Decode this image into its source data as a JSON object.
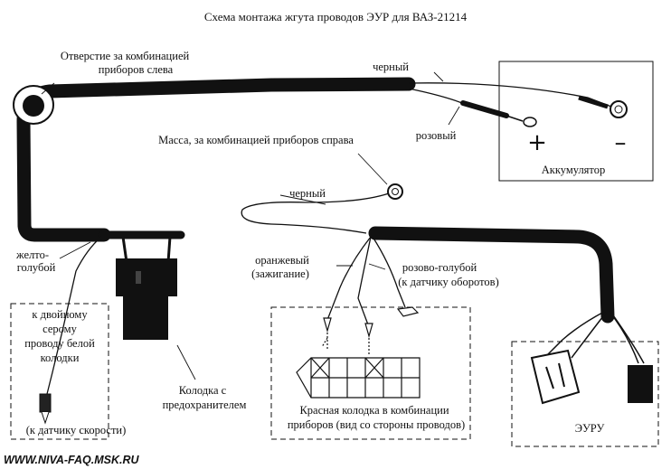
{
  "title": "Схема монтажа жгута проводов ЭУР для ВАЗ-21214",
  "labels": {
    "hole_left_l1": "Отверстие за комбинацией",
    "hole_left_l2": "приборов слева",
    "black_top": "черный",
    "pink": "розовый",
    "battery": "Аккумулятор",
    "battery_plus": "+",
    "battery_minus": "–",
    "ground_right": "Масса, за комбинацией приборов справа",
    "black_mid": "черный",
    "yellow_blue_l1": "желто-",
    "yellow_blue_l2": "голубой",
    "orange_l1": "оранжевый",
    "orange_l2": "(зажигание)",
    "pink_blue_l1": "розово-голубой",
    "pink_blue_l2": "(к датчику оборотов)",
    "double_grey_l1": "к двойному",
    "double_grey_l2": "серому",
    "double_grey_l3": "проводу белой",
    "double_grey_l4": "колодки",
    "speed_sensor": "(к датчику скорости)",
    "fuse_block_l1": "Колодка с",
    "fuse_block_l2": "предохранителем",
    "red_block_l1": "Красная колодка в комбинации",
    "red_block_l2": "приборов (вид со стороны проводов)",
    "eps_ecu": "ЭУРУ"
  },
  "footer": "WWW.NIVA-FAQ.MSK.RU"
}
